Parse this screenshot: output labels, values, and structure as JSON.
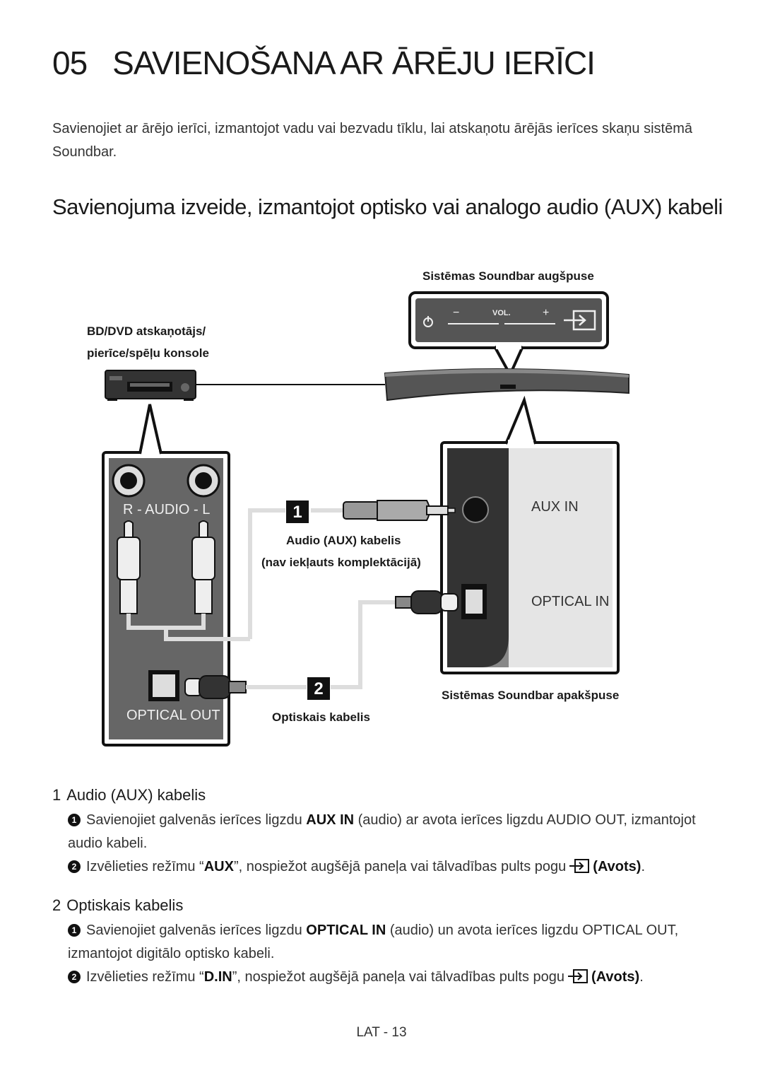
{
  "header": {
    "chapter_number": "05",
    "chapter_title": "SAVIENOŠANA AR ĀRĒJU IERĪCI"
  },
  "intro": "Savienojiet ar ārējo ierīci, izmantojot vadu vai bezvadu tīklu, lai atskaņotu ārējās ierīces skaņu sistēmā Soundbar.",
  "section_title": "Savienojuma izveide, izmantojot optisko vai analogo audio (AUX) kabeli",
  "diagram": {
    "soundbar_top_label": "Sistēmas Soundbar augšpuse",
    "device_label_line1": "BD/DVD atskaņotājs/",
    "device_label_line2": "pierīce/spēļu konsole",
    "panel_vol": "VOL.",
    "panel_minus": "−",
    "panel_plus": "+",
    "audio_port_label": "R - AUDIO - L",
    "optical_out_label": "OPTICAL OUT",
    "aux_in_label": "AUX IN",
    "optical_in_label": "OPTICAL IN",
    "marker_1": "1",
    "marker_2": "2",
    "aux_cable_label_line1": "Audio (AUX) kabelis",
    "aux_cable_label_line2": "(nav iekļauts komplektācijā)",
    "optical_cable_label": "Optiskais kabelis",
    "soundbar_bottom_label": "Sistēmas Soundbar apakšpuse"
  },
  "sections": [
    {
      "number": "1",
      "title": "Audio (AUX) kabelis",
      "steps": [
        {
          "bullet": "1",
          "t1": "Savienojiet galvenās ierīces ligzdu ",
          "b1": "AUX IN",
          "t2": " (audio) ar avota ierīces ligzdu AUDIO OUT, izmantojot audio kabeli."
        },
        {
          "bullet": "2",
          "t1": "Izvēlieties režīmu “",
          "b1": "AUX",
          "t2": "”, nospiežot augšējā paneļa vai tālvadības pults pogu",
          "icon": "source-icon",
          "b2": "(Avots)",
          "t3": "."
        }
      ]
    },
    {
      "number": "2",
      "title": "Optiskais kabelis",
      "steps": [
        {
          "bullet": "1",
          "t1": "Savienojiet galvenās ierīces ligzdu ",
          "b1": "OPTICAL IN",
          "t2": " (audio) un avota ierīces ligzdu OPTICAL OUT, izmantojot digitālo optisko kabeli."
        },
        {
          "bullet": "2",
          "t1": "Izvēlieties režīmu “",
          "b1": "D.IN",
          "t2": "”, nospiežot augšējā paneļa vai tālvadības pults pogu",
          "icon": "source-icon",
          "b2": "(Avots)",
          "t3": "."
        }
      ]
    }
  ],
  "footer": "LAT - 13"
}
